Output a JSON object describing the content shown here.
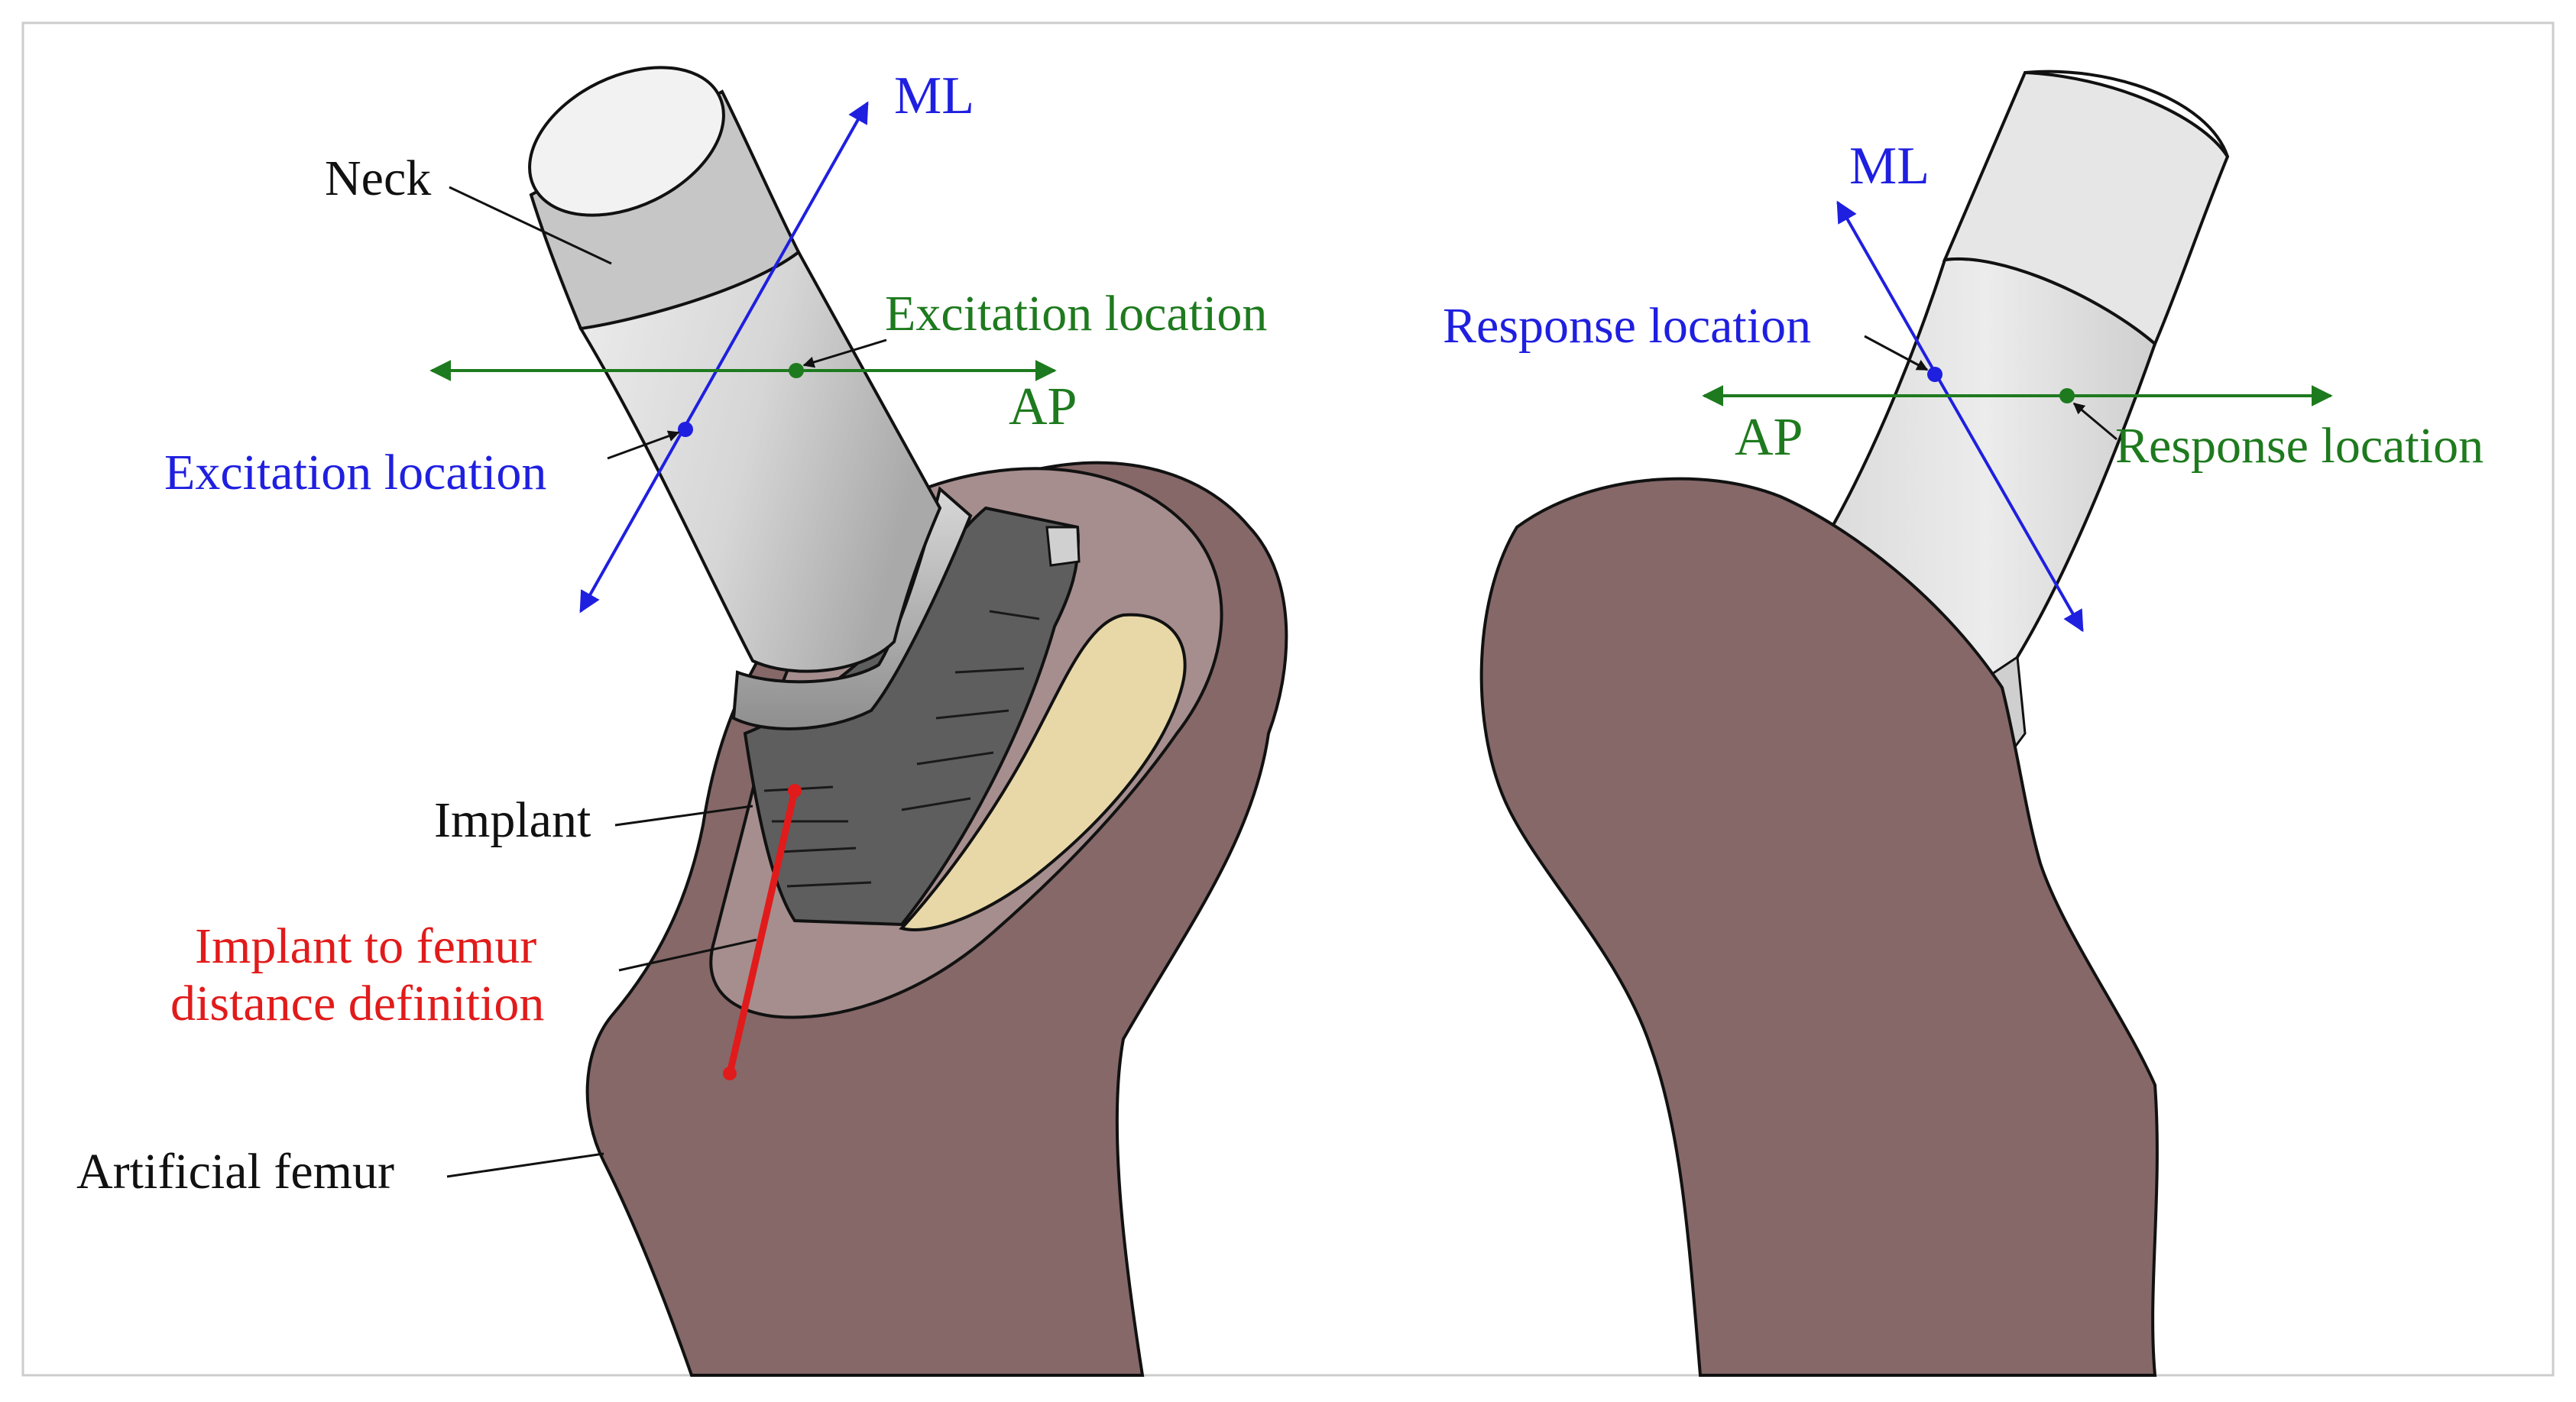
{
  "colors": {
    "femur": "#866868",
    "femur_cut": "#a68e8e",
    "bone_marrow": "#e8d8a8",
    "implant_dark": "#5e5e5e",
    "neck_light": "#dcdcdc",
    "ml_blue": "#1f1fe0",
    "ap_green": "#1e7a1e",
    "distance_red": "#e11b1b",
    "frame": "#cccccc"
  },
  "left_view": {
    "labels": {
      "neck": "Neck",
      "ml": "ML",
      "ap": "AP",
      "excitation_ap": "Excitation location",
      "excitation_ml": "Excitation location",
      "implant": "Implant",
      "distance_line1": "Implant to femur",
      "distance_line2": "distance definition",
      "femur": "Artificial femur"
    }
  },
  "right_view": {
    "labels": {
      "ml": "ML",
      "ap": "AP",
      "response_ml": "Response location",
      "response_ap": "Response location"
    }
  }
}
